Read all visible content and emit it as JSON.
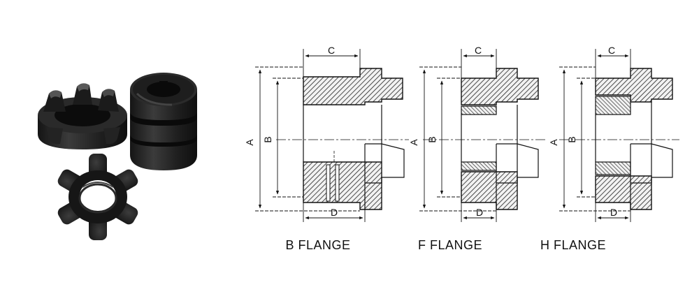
{
  "palette": {
    "ink": "#1a1a1a",
    "rubber": "#121212",
    "metal_dark": "#1e1e1e",
    "metal_mid": "#3a3a3a",
    "highlight": "#5a5a5a",
    "background": "#ffffff"
  },
  "photo": {
    "items": [
      "jaw-coupling-hub-open",
      "jaw-coupling-hub-closed",
      "spider-element"
    ]
  },
  "drawings": [
    {
      "id": "b",
      "caption": "B FLANGE",
      "labels": {
        "a": "A",
        "b": "B",
        "c": "C",
        "d": "D"
      }
    },
    {
      "id": "f",
      "caption": "F FLANGE",
      "labels": {
        "a": "A",
        "b": "B",
        "c": "C",
        "d": "D"
      }
    },
    {
      "id": "h",
      "caption": "H FLANGE",
      "labels": {
        "a": "A",
        "b": "B",
        "c": "C",
        "d": "D"
      }
    }
  ]
}
